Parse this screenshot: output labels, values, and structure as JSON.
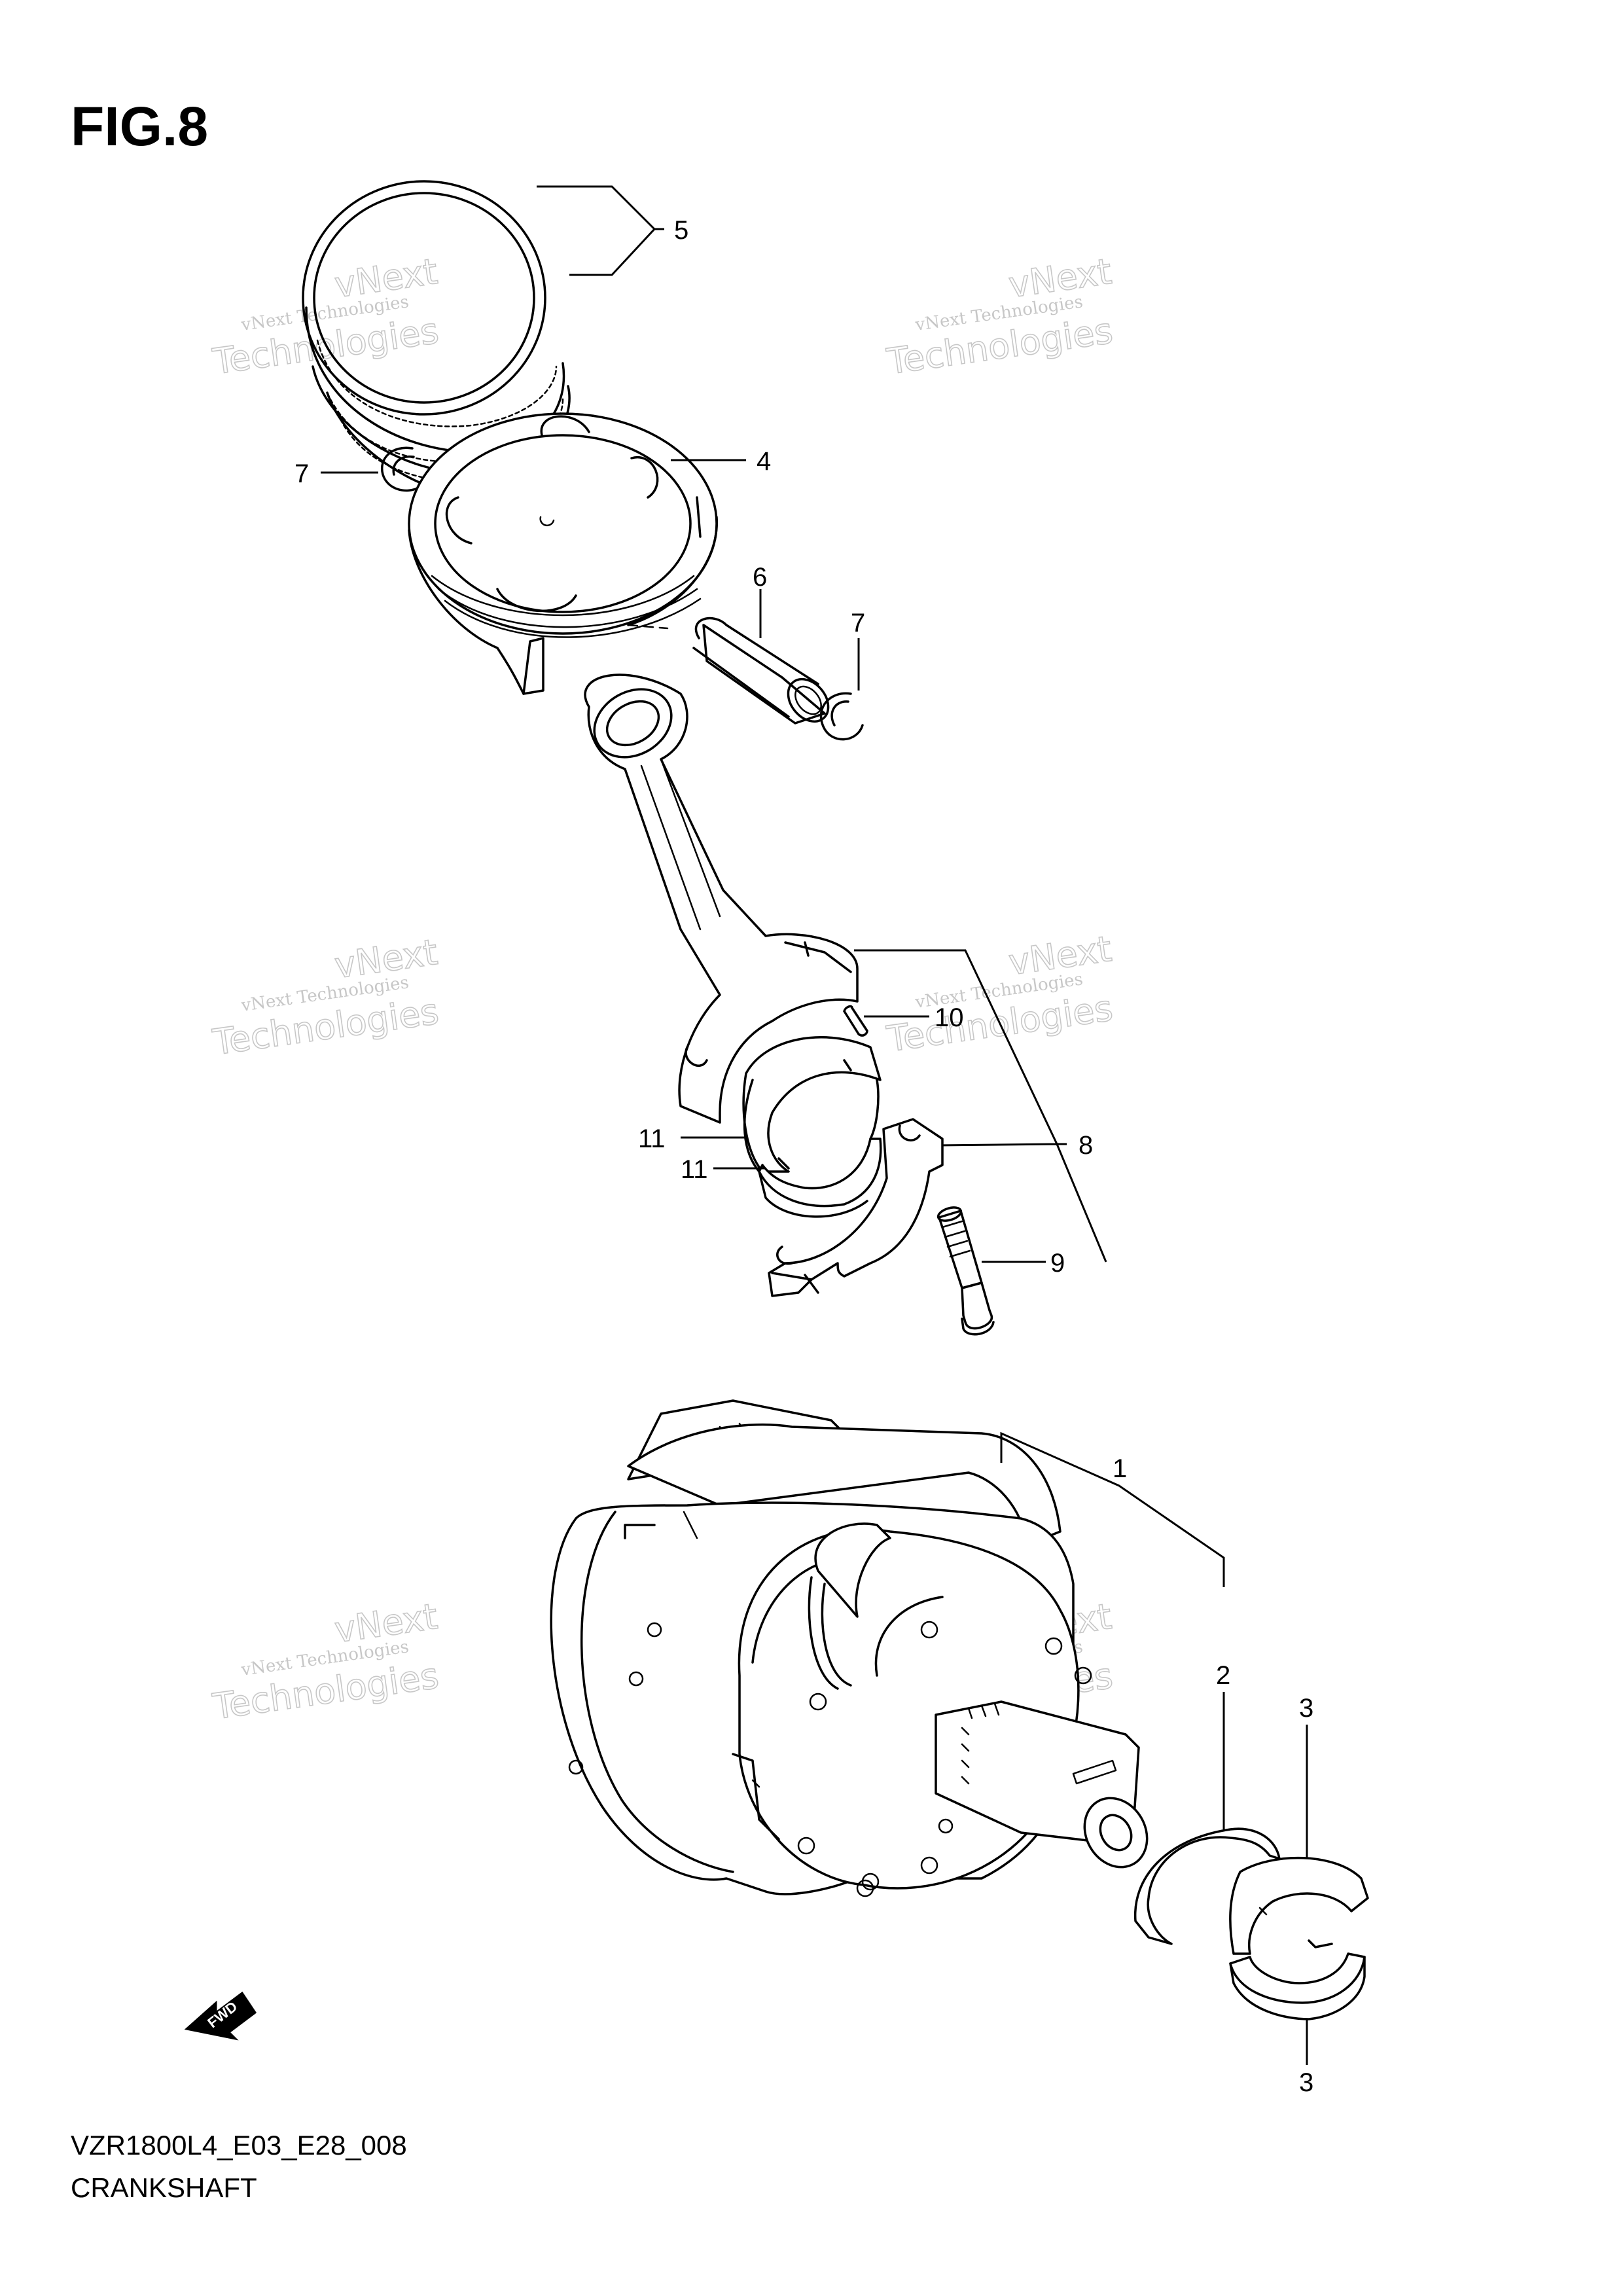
{
  "figure": {
    "title": "FIG.8",
    "code": "VZR1800L4_E03_E28_008",
    "name": "CRANKSHAFT"
  },
  "callouts": [
    "5",
    "7",
    "4",
    "6",
    "7",
    "10",
    "8",
    "11",
    "11",
    "9",
    "1",
    "2",
    "3",
    "3"
  ],
  "watermark": {
    "line1": "vNext Technologies",
    "line2a": "vNext",
    "line2b": "Technologies"
  },
  "fwd_label": "FWD",
  "colors": {
    "line": "#000000",
    "background": "#ffffff",
    "watermark": "#9a9a9a"
  }
}
